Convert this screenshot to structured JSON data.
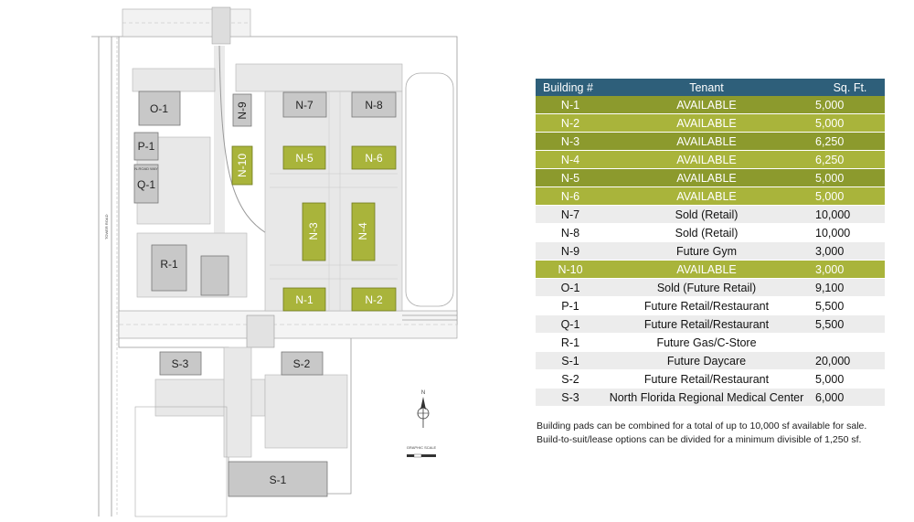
{
  "map": {
    "road_label": "TOWER ROAD",
    "graphic_scale": "GRAPHIC SCALE",
    "north": "N",
    "small_note": "N-ROAD WAY",
    "buildings": [
      "O-1",
      "P-1",
      "Q-1",
      "R-1",
      "N-9",
      "N-10",
      "N-7",
      "N-8",
      "N-5",
      "N-6",
      "N-3",
      "N-4",
      "N-1",
      "N-2",
      "S-3",
      "S-2",
      "S-1"
    ]
  },
  "table": {
    "headers": {
      "building": "Building #",
      "tenant": "Tenant",
      "sqft": "Sq. Ft."
    },
    "rows": [
      {
        "building": "N-1",
        "tenant": "AVAILABLE",
        "sqft": "5,000",
        "available": true
      },
      {
        "building": "N-2",
        "tenant": "AVAILABLE",
        "sqft": "5,000",
        "available": true
      },
      {
        "building": "N-3",
        "tenant": "AVAILABLE",
        "sqft": "6,250",
        "available": true
      },
      {
        "building": "N-4",
        "tenant": "AVAILABLE",
        "sqft": "6,250",
        "available": true
      },
      {
        "building": "N-5",
        "tenant": "AVAILABLE",
        "sqft": "5,000",
        "available": true
      },
      {
        "building": "N-6",
        "tenant": "AVAILABLE",
        "sqft": "5,000",
        "available": true
      },
      {
        "building": "N-7",
        "tenant": "Sold (Retail)",
        "sqft": "10,000",
        "available": false
      },
      {
        "building": "N-8",
        "tenant": "Sold (Retail)",
        "sqft": "10,000",
        "available": false
      },
      {
        "building": "N-9",
        "tenant": "Future Gym",
        "sqft": "3,000",
        "available": false
      },
      {
        "building": "N-10",
        "tenant": "AVAILABLE",
        "sqft": "3,000",
        "available": true
      },
      {
        "building": "O-1",
        "tenant": "Sold (Future Retail)",
        "sqft": "9,100",
        "available": false
      },
      {
        "building": "P-1",
        "tenant": "Future Retail/Restaurant",
        "sqft": "5,500",
        "available": false
      },
      {
        "building": "Q-1",
        "tenant": "Future Retail/Restaurant",
        "sqft": "5,500",
        "available": false
      },
      {
        "building": "R-1",
        "tenant": "Future Gas/C-Store",
        "sqft": "",
        "available": false
      },
      {
        "building": "S-1",
        "tenant": "Future Daycare",
        "sqft": "20,000",
        "available": false
      },
      {
        "building": "S-2",
        "tenant": "Future Retail/Restaurant",
        "sqft": "5,000",
        "available": false
      },
      {
        "building": "S-3",
        "tenant": "North Florida Regional Medical Center",
        "sqft": "6,000",
        "available": false
      }
    ]
  },
  "notes": [
    "Building pads can be combined for a total of up to 10,000 sf available for sale.",
    "Build-to-suit/lease options can be divided for a minimum divisible of 1,250 sf."
  ],
  "colors": {
    "available_dark": "#8c9a2d",
    "available_light": "#a9b43b",
    "header_blue": "#2e5f7a",
    "building_gray": "#c8c8c8"
  }
}
